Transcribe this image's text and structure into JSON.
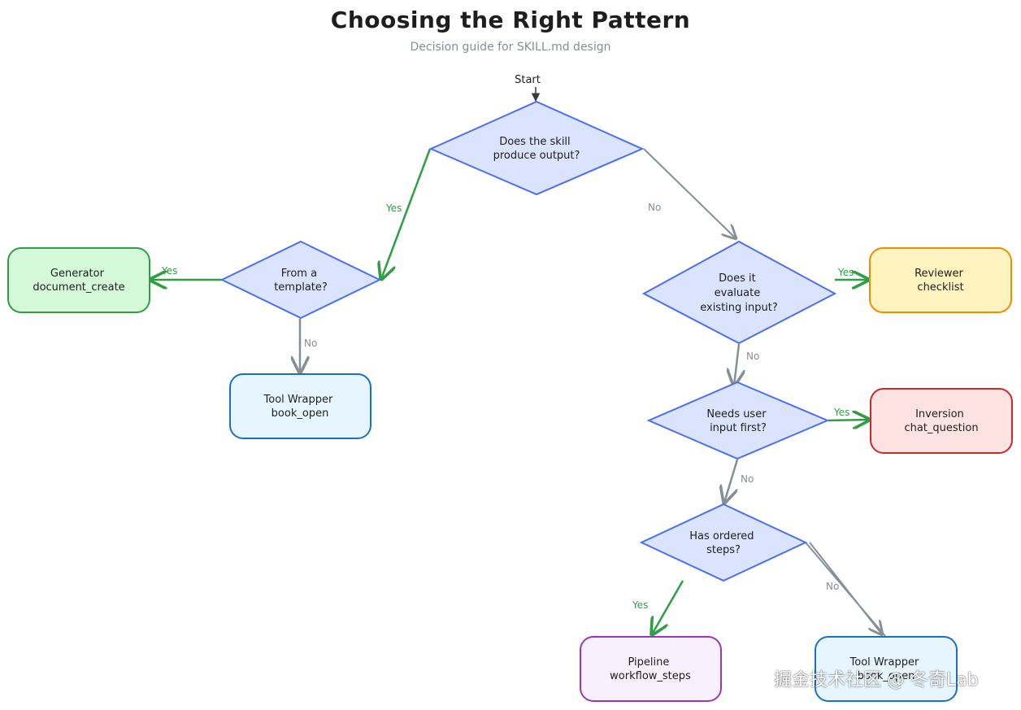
{
  "title": "Choosing the Right Pattern",
  "subtitle": "Decision guide for SKILL.md design",
  "start_label": "Start",
  "colors": {
    "diamond_fill": "#dbe4ff",
    "diamond_stroke": "#4c6ef5",
    "yes_edge": "#2f9e44",
    "no_edge": "#868e96"
  },
  "decisions": {
    "produce_output": [
      "Does the skill",
      "produce output?"
    ],
    "from_template": [
      "From a",
      "template?"
    ],
    "evaluate_input": [
      "Does it",
      "evaluate",
      "existing input?"
    ],
    "needs_user_input": [
      "Needs user",
      "input first?"
    ],
    "ordered_steps": [
      "Has ordered",
      "steps?"
    ]
  },
  "patterns": {
    "generator": {
      "lines": [
        "Generator",
        "document_create"
      ],
      "fill": "#d3f9d8",
      "stroke": "#2f9e44"
    },
    "tool_wrapper_left": {
      "lines": [
        "Tool Wrapper",
        "book_open"
      ],
      "fill": "#e7f5ff",
      "stroke": "#1971c2"
    },
    "reviewer": {
      "lines": [
        "Reviewer",
        "checklist"
      ],
      "fill": "#fff3bf",
      "stroke": "#f08c00"
    },
    "inversion": {
      "lines": [
        "Inversion",
        "chat_question"
      ],
      "fill": "#ffe3e3",
      "stroke": "#c92a2a"
    },
    "pipeline": {
      "lines": [
        "Pipeline",
        "workflow_steps"
      ],
      "fill": "#f8f0fc",
      "stroke": "#9c36b5"
    },
    "tool_wrapper_right": {
      "lines": [
        "Tool Wrapper",
        "book_open"
      ],
      "fill": "#e7f5ff",
      "stroke": "#1971c2"
    }
  },
  "edge_labels": {
    "yes": "Yes",
    "no": "No"
  },
  "watermark": "掘金技术社区 @ 冬奇Lab"
}
